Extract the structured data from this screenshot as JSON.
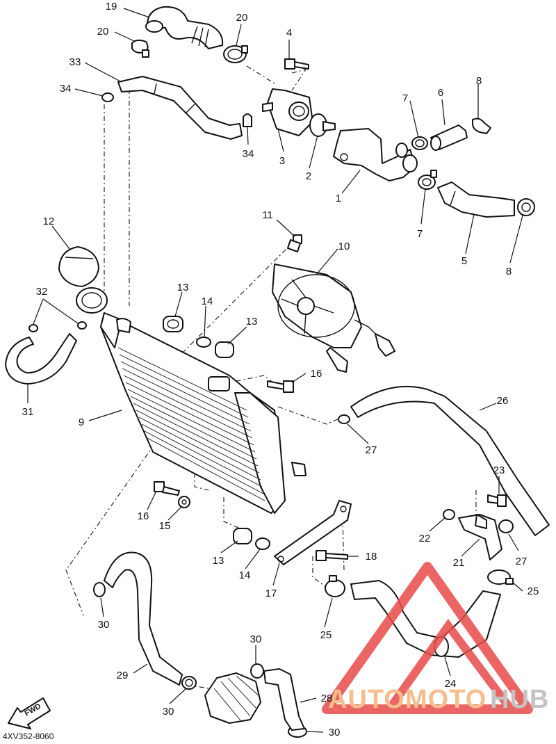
{
  "diagram_code": "4XV352-8060",
  "direction_label": "FWD",
  "watermark": {
    "part1": "AUTOMOTO",
    "part2": "HUB",
    "color1": "#f5b27a",
    "color2": "#b9b9b9",
    "triangle_color": "#e84b4b"
  },
  "callouts": {
    "c19": "19",
    "c20a": "20",
    "c20b": "20",
    "c4": "4",
    "c33": "33",
    "c34a": "34",
    "c34b": "34",
    "c7a": "7",
    "c6": "6",
    "c8a": "8",
    "c3": "3",
    "c2": "2",
    "c1": "1",
    "c7b": "7",
    "c5": "5",
    "c8b": "8",
    "c12": "12",
    "c11": "11",
    "c10": "10",
    "c32": "32",
    "c13a": "13",
    "c14a": "14",
    "c13b": "13",
    "c31": "31",
    "c9": "9",
    "c16a": "16",
    "c26": "26",
    "c27a": "27",
    "c23": "23",
    "c16b": "16",
    "c15": "15",
    "c22": "22",
    "c21": "21",
    "c27b": "27",
    "c13c": "13",
    "c14b": "14",
    "c18": "18",
    "c17": "17",
    "c25a": "25",
    "c30a": "30",
    "c25b": "25",
    "c30b": "30",
    "c24": "24",
    "c29": "29",
    "c30c": "30",
    "c28": "28",
    "c30d": "30"
  }
}
